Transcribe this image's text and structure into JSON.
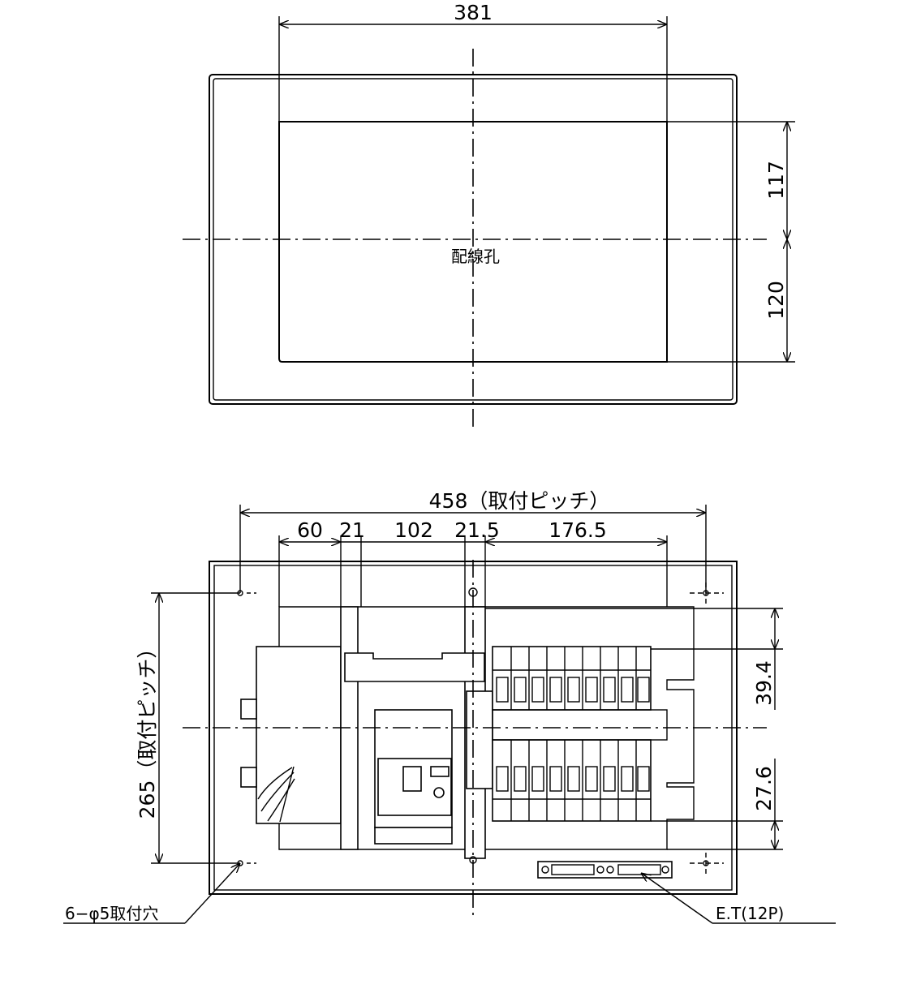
{
  "top_view": {
    "dim_width": "381",
    "dim_upper": "117",
    "dim_lower": "120",
    "hole_label": "配線孔"
  },
  "bottom_view": {
    "dim_pitch_h": "458（取付ピッチ）",
    "dim_60": "60",
    "dim_21": "21",
    "dim_102": "102",
    "dim_21_5": "21.5",
    "dim_176_5": "176.5",
    "dim_pitch_v": "265（取付ピッチ）",
    "dim_39_4": "39.4",
    "dim_27_6": "27.6",
    "label_holes": "6−φ5取付穴",
    "label_et": "E.T(12P)"
  }
}
